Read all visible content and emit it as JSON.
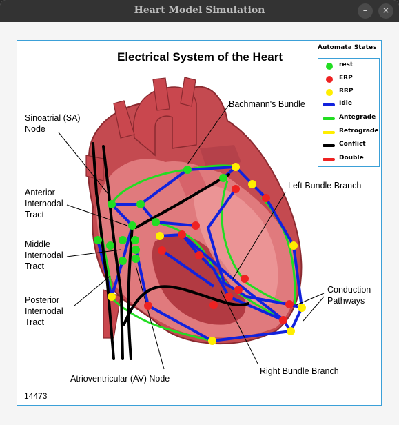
{
  "window": {
    "title": "Heart Model Simulation",
    "minimize_glyph": "–",
    "close_glyph": "×"
  },
  "diagram": {
    "title": "Electrical System of the Heart",
    "labels": {
      "sa_node": [
        "Sinoatrial (SA)",
        "Node"
      ],
      "bachmann": [
        "Bachmann's Bundle"
      ],
      "anterior": [
        "Anterior",
        "Internodal",
        "Tract"
      ],
      "middle": [
        "Middle",
        "Internodal",
        "Tract"
      ],
      "posterior": [
        "Posterior",
        "Internodal",
        "Tract"
      ],
      "av_node": [
        "Atrioventricular (AV) Node"
      ],
      "left_bundle": [
        "Left Bundle Branch"
      ],
      "right_bundle": [
        "Right Bundle Branch"
      ],
      "conduction": [
        "Conduction",
        "Pathways"
      ]
    }
  },
  "legend": {
    "title": "Automata States",
    "items": [
      {
        "label": "rest",
        "kind": "dot",
        "color": "#22dd22"
      },
      {
        "label": "ERP",
        "kind": "dot",
        "color": "#ee2222"
      },
      {
        "label": "RRP",
        "kind": "dot",
        "color": "#ffee00"
      },
      {
        "label": "Idle",
        "kind": "bar",
        "color": "#1122dd"
      },
      {
        "label": "Antegrade",
        "kind": "bar",
        "color": "#22dd22"
      },
      {
        "label": "Retrograde",
        "kind": "bar",
        "color": "#ffee00"
      },
      {
        "label": "Conflict",
        "kind": "bar",
        "color": "#000000"
      },
      {
        "label": "Double",
        "kind": "bar",
        "color": "#ee2222"
      }
    ]
  },
  "counter": "14473",
  "colors": {
    "rest": "#22dd22",
    "erp": "#ee2222",
    "rrp": "#ffee00",
    "idle": "#1122dd",
    "conflict": "#000000",
    "heart_dark": "#a8343a",
    "heart_light": "#e88585"
  },
  "nodes": [
    {
      "id": "n1",
      "state": "rest"
    },
    {
      "id": "n2",
      "state": "rest"
    },
    {
      "id": "n3",
      "state": "rrp"
    },
    {
      "id": "n4",
      "state": "rest"
    },
    {
      "id": "n5",
      "state": "rrp"
    },
    {
      "id": "n6",
      "state": "erp"
    },
    {
      "id": "n7",
      "state": "erp"
    },
    {
      "id": "n8",
      "state": "rest"
    },
    {
      "id": "n9",
      "state": "rest"
    },
    {
      "id": "n10",
      "state": "rest"
    },
    {
      "id": "n11",
      "state": "rest"
    },
    {
      "id": "n12",
      "state": "erp"
    },
    {
      "id": "n13",
      "state": "rrp"
    },
    {
      "id": "n14",
      "state": "erp"
    },
    {
      "id": "n15",
      "state": "rest"
    },
    {
      "id": "n16",
      "state": "rest"
    },
    {
      "id": "n17",
      "state": "rest"
    },
    {
      "id": "n18",
      "state": "rest"
    },
    {
      "id": "n19",
      "state": "rest"
    },
    {
      "id": "n20",
      "state": "rest"
    },
    {
      "id": "n21",
      "state": "erp"
    },
    {
      "id": "n22",
      "state": "erp"
    },
    {
      "id": "n23",
      "state": "erp"
    },
    {
      "id": "n24",
      "state": "erp"
    },
    {
      "id": "n25",
      "state": "erp"
    },
    {
      "id": "n26",
      "state": "erp"
    },
    {
      "id": "n27",
      "state": "erp"
    },
    {
      "id": "n28",
      "state": "erp"
    },
    {
      "id": "n29",
      "state": "rrp"
    },
    {
      "id": "n30",
      "state": "rrp"
    },
    {
      "id": "n31",
      "state": "rrp"
    },
    {
      "id": "n32",
      "state": "rrp"
    },
    {
      "id": "n33",
      "state": "rrp"
    },
    {
      "id": "n34",
      "state": "erp"
    },
    {
      "id": "n35",
      "state": "rrp"
    }
  ]
}
